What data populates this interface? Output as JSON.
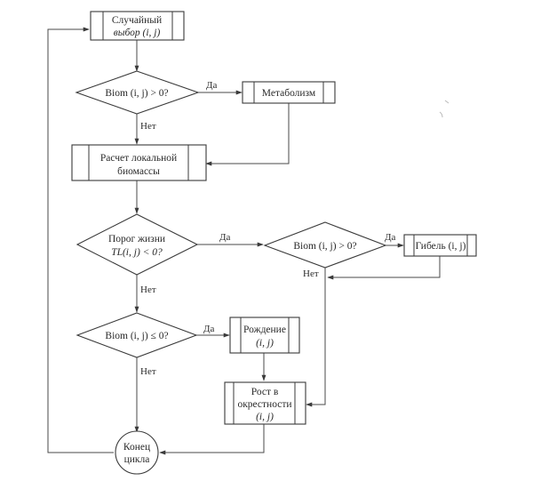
{
  "diagram": {
    "type": "flowchart",
    "colors": {
      "line": "#3a3a3a",
      "text": "#2a2a2a",
      "background": "#ffffff"
    },
    "nodes": [
      {
        "id": "random_select",
        "shape": "predefined-process",
        "lines": [
          "Случайный",
          "выбор (i, j)"
        ]
      },
      {
        "id": "biom_check_1",
        "shape": "decision",
        "lines": [
          "Biom (i, j) > 0?"
        ]
      },
      {
        "id": "metabolism",
        "shape": "predefined-process",
        "lines": [
          "Метаболизм"
        ]
      },
      {
        "id": "local_biomass",
        "shape": "predefined-process",
        "lines": [
          "Расчет локальной",
          "биомассы"
        ]
      },
      {
        "id": "life_threshold",
        "shape": "decision",
        "lines": [
          "Порог жизни",
          "TL(i, j) < 0?"
        ]
      },
      {
        "id": "biom_check_2",
        "shape": "decision",
        "lines": [
          "Biom (i, j) > 0?"
        ]
      },
      {
        "id": "death",
        "shape": "predefined-process",
        "lines": [
          "Гибель (i, j)"
        ]
      },
      {
        "id": "biom_check_3",
        "shape": "decision",
        "lines": [
          "Biom (i, j) ≤ 0?"
        ]
      },
      {
        "id": "birth",
        "shape": "predefined-process",
        "lines": [
          "Рождение",
          "(i, j)"
        ]
      },
      {
        "id": "neighborhood_growth",
        "shape": "predefined-process",
        "lines": [
          "Рост в",
          "окрестности",
          "(i, j)"
        ]
      },
      {
        "id": "loop_end",
        "shape": "terminator-circle",
        "lines": [
          "Конец",
          "цикла"
        ]
      }
    ],
    "edges": [
      {
        "from": "random_select",
        "to": "biom_check_1",
        "label": ""
      },
      {
        "from": "biom_check_1",
        "to": "metabolism",
        "label": "Да"
      },
      {
        "from": "biom_check_1",
        "to": "local_biomass",
        "label": "Нет"
      },
      {
        "from": "metabolism",
        "to": "local_biomass",
        "label": ""
      },
      {
        "from": "local_biomass",
        "to": "life_threshold",
        "label": ""
      },
      {
        "from": "life_threshold",
        "to": "biom_check_2",
        "label": "Да"
      },
      {
        "from": "life_threshold",
        "to": "biom_check_3",
        "label": "Нет"
      },
      {
        "from": "biom_check_2",
        "to": "death",
        "label": "Да"
      },
      {
        "from": "biom_check_2",
        "to": "neighborhood_growth",
        "label": "Нет"
      },
      {
        "from": "death",
        "to": "neighborhood_growth",
        "label": ""
      },
      {
        "from": "biom_check_3",
        "to": "birth",
        "label": "Да"
      },
      {
        "from": "biom_check_3",
        "to": "loop_end",
        "label": "Нет"
      },
      {
        "from": "birth",
        "to": "neighborhood_growth",
        "label": ""
      },
      {
        "from": "neighborhood_growth",
        "to": "loop_end",
        "label": ""
      },
      {
        "from": "loop_end",
        "to": "random_select",
        "label": ""
      }
    ],
    "edge_labels": {
      "yes": "Да",
      "no": "Нет"
    }
  }
}
